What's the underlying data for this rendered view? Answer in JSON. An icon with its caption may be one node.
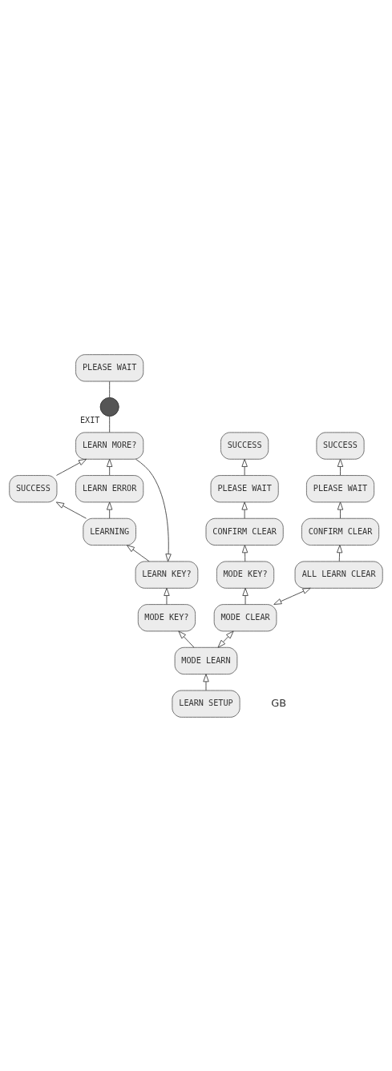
{
  "diagram": {
    "nodes": [
      {
        "text": [
          "LEARN SETUP"
        ]
      },
      {
        "text": [
          "MODE LEARN"
        ]
      },
      {
        "text": [
          "MODE KEY?"
        ]
      },
      {
        "text": [
          "LEARN KEY?"
        ]
      },
      {
        "text": [
          "LEARNING"
        ]
      },
      {
        "text": [
          "SUCCESS"
        ]
      },
      {
        "text": [
          "LEARN ERROR"
        ]
      },
      {
        "text": [
          "LEARN MORE?"
        ]
      },
      {
        "text": [],
        "shape": "circle",
        "beside": [
          "EXIT"
        ]
      },
      {
        "text": [
          "PLEASE WAIT"
        ]
      },
      {
        "text": [
          "MODE CLEAR"
        ]
      },
      {
        "text": [
          "MODE KEY?"
        ]
      },
      {
        "text": [
          "CONFIRM CLEAR"
        ]
      },
      {
        "text": [
          "PLEASE WAIT"
        ]
      },
      {
        "text": [
          "SUCCESS"
        ]
      },
      {
        "text": [
          "ALL LEARN CLEAR"
        ]
      },
      {
        "text": [
          "CONFIRM CLEAR"
        ]
      },
      {
        "text": [
          "PLEASE WAIT"
        ]
      },
      {
        "text": [
          "SUCCESS"
        ]
      }
    ],
    "edges": [
      {
        "from": 0,
        "to": 1,
        "arrow": "to"
      },
      {
        "from": 1,
        "to": 2,
        "arrow": "to"
      },
      {
        "from": 2,
        "to": 3,
        "arrow": "to"
      },
      {
        "from": 3,
        "to": 4,
        "arrow": "to"
      },
      {
        "from": 4,
        "to": 5,
        "arrow": "to"
      },
      {
        "from": 4,
        "to": 6,
        "arrow": "to"
      },
      {
        "from": 5,
        "to": 7,
        "arrow": "to"
      },
      {
        "from": 6,
        "to": 7,
        "arrow": "to"
      },
      {
        "from": 7,
        "to": 3,
        "arrow": "to"
      },
      {
        "from": 7,
        "to": 8,
        "arrow": "none"
      },
      {
        "from": 8,
        "to": 9,
        "arrow": "none"
      },
      {
        "from": 1,
        "to": 10,
        "arrow": "both"
      },
      {
        "from": 10,
        "to": 11,
        "arrow": "to"
      },
      {
        "from": 11,
        "to": 12,
        "arrow": "to"
      },
      {
        "from": 12,
        "to": 13,
        "arrow": "to"
      },
      {
        "from": 13,
        "to": 14,
        "arrow": "to"
      },
      {
        "from": 10,
        "to": 15,
        "arrow": "both"
      },
      {
        "from": 15,
        "to": 16,
        "arrow": "to"
      },
      {
        "from": 16,
        "to": 17,
        "arrow": "to"
      },
      {
        "from": 17,
        "to": 18,
        "arrow": "to"
      }
    ],
    "labels": [
      "GB"
    ]
  }
}
